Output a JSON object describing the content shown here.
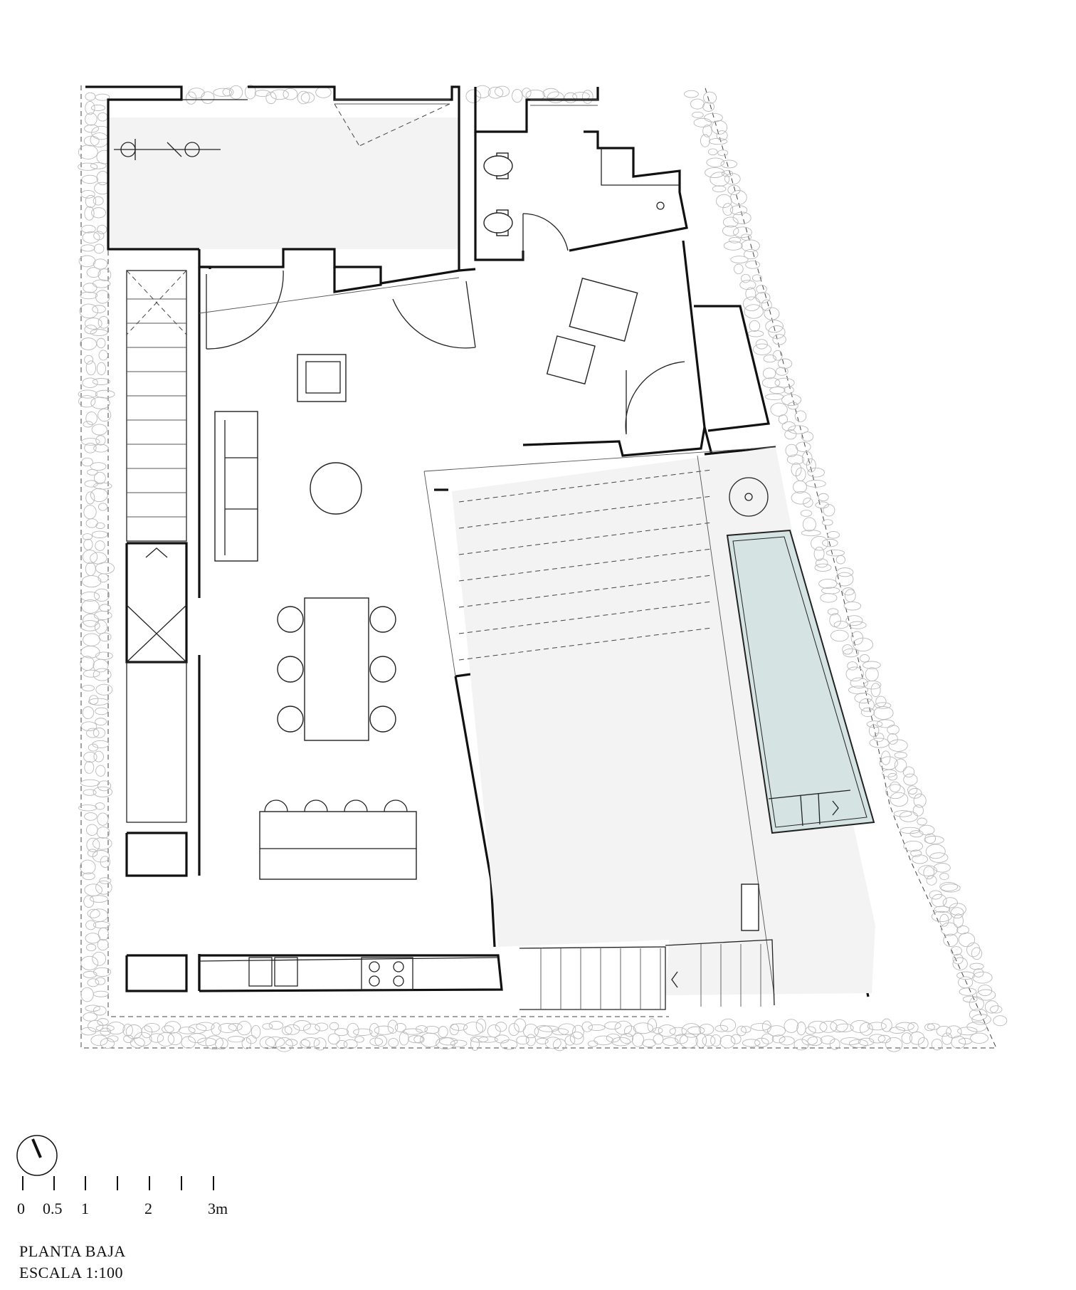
{
  "drawing": {
    "title": "PLANTA BAJA",
    "scale_text": "ESCALA 1:100",
    "colors": {
      "pool_water": "#d5e3e3",
      "patio_floor": "#f3f3f3",
      "garage_floor": "#f3f3f3",
      "stone": "#bdbdbd",
      "line": "#111111"
    }
  },
  "scale_bar": {
    "labels": [
      "0",
      "0.5",
      "1",
      "2",
      "3m"
    ]
  },
  "north_arrow": {
    "icon": "north-arrow-icon"
  }
}
